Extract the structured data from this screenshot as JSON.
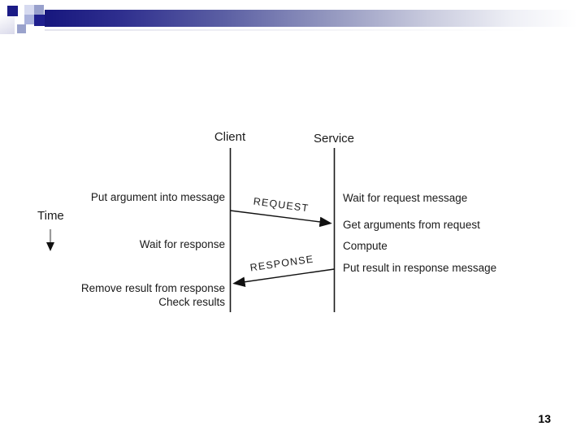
{
  "slide": {
    "page_number": "13"
  },
  "colors": {
    "accent_navy": "#17177e",
    "square_navy": "#1b1b86",
    "square_lavender_light": "#d6daf0",
    "square_lavender_medium": "#9aa2cc",
    "diagram_ink": "#1a1a1a",
    "time_arrow_shaft": "#9a9a9a",
    "background": "#ffffff"
  },
  "diagram": {
    "type": "sequence-diagram",
    "lifelines": [
      {
        "name": "Client"
      },
      {
        "name": "Service"
      }
    ],
    "time_label": "Time",
    "messages": [
      {
        "label": "REQUEST",
        "from": "Client",
        "to": "Service"
      },
      {
        "label": "RESPONSE",
        "from": "Service",
        "to": "Client"
      }
    ],
    "client_steps": [
      "Put argument into message",
      "Wait for response",
      "Remove result from response",
      "Check results"
    ],
    "service_steps": [
      "Wait for request message",
      "Get arguments from request",
      "Compute",
      "Put result in response message"
    ]
  }
}
